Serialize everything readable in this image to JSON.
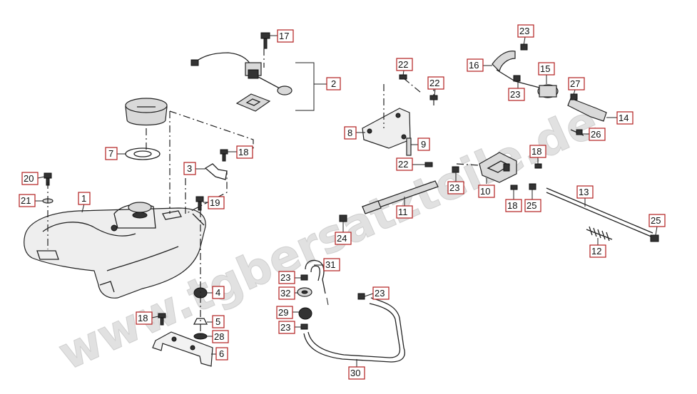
{
  "watermark": "www.tgbersatzteile.de",
  "accent_color": "#b21f1f",
  "callouts": [
    "17",
    "2",
    "16",
    "23",
    "15",
    "22",
    "22",
    "27",
    "14",
    "8",
    "9",
    "26",
    "7",
    "18",
    "3",
    "22",
    "18",
    "20",
    "23",
    "10",
    "13",
    "19",
    "21",
    "1",
    "11",
    "18",
    "25",
    "25",
    "24",
    "12",
    "31",
    "23",
    "23",
    "4",
    "32",
    "29",
    "18",
    "5",
    "23",
    "28",
    "6",
    "30"
  ]
}
